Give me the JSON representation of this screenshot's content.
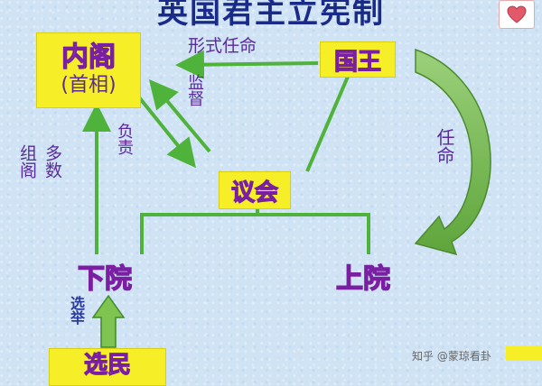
{
  "title": "英国君主立宪制",
  "nodes": {
    "cabinet_line1": "内阁",
    "cabinet_line2": "(首相)",
    "monarch": "国王",
    "parliament": "议会",
    "lower_house": "下院",
    "upper_house": "上院",
    "voters": "选民"
  },
  "labels": {
    "formal_appoint": "形式任命",
    "supervise": "监督",
    "responsible": "负责",
    "majority_col1": "多数",
    "majority_col2": "组阁",
    "appoint": "任命",
    "election": "选举"
  },
  "watermark": "知乎 @蒙琼看卦",
  "colors": {
    "title": "#1a2a8a",
    "arrow_green": "#4fb23a",
    "box_yellow": "#f6ef27",
    "text_purple": "#5a2a9a"
  },
  "icons": {
    "corner": "heart-ornament-icon"
  }
}
